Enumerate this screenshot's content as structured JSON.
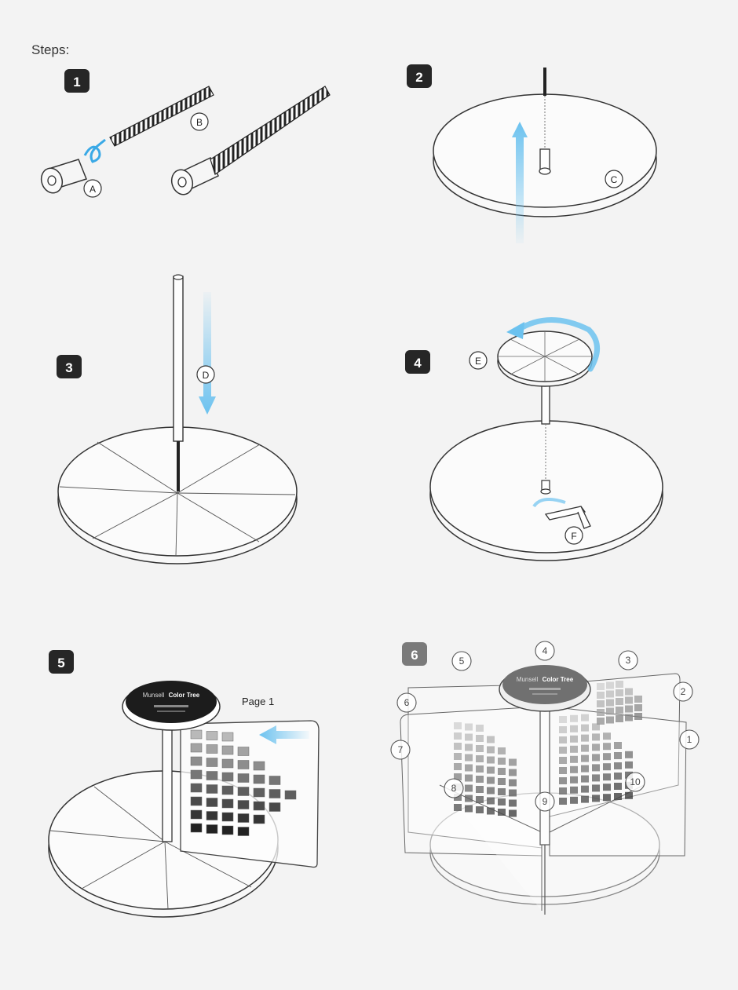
{
  "heading": "Steps:",
  "colors": {
    "badge_dark": "#262626",
    "badge_gray": "#7a7a7a",
    "arrow_blue": "#6cc2ef",
    "line": "#3a3a3a",
    "disc_fill": "#f7f7f7"
  },
  "steps": [
    {
      "number": "1",
      "parts": [
        "A",
        "B"
      ]
    },
    {
      "number": "2",
      "parts": [
        "C"
      ]
    },
    {
      "number": "3",
      "parts": [
        "D"
      ]
    },
    {
      "number": "4",
      "parts": [
        "E",
        "F"
      ]
    },
    {
      "number": "5",
      "page_label": "Page 1",
      "cap_title_light": "Munsell",
      "cap_title_bold": "Color Tree"
    },
    {
      "number": "6",
      "pages": [
        "1",
        "2",
        "3",
        "4",
        "5",
        "6",
        "7",
        "8",
        "9",
        "10"
      ],
      "cap_title_light": "Munsell",
      "cap_title_bold": "Color Tree"
    }
  ]
}
